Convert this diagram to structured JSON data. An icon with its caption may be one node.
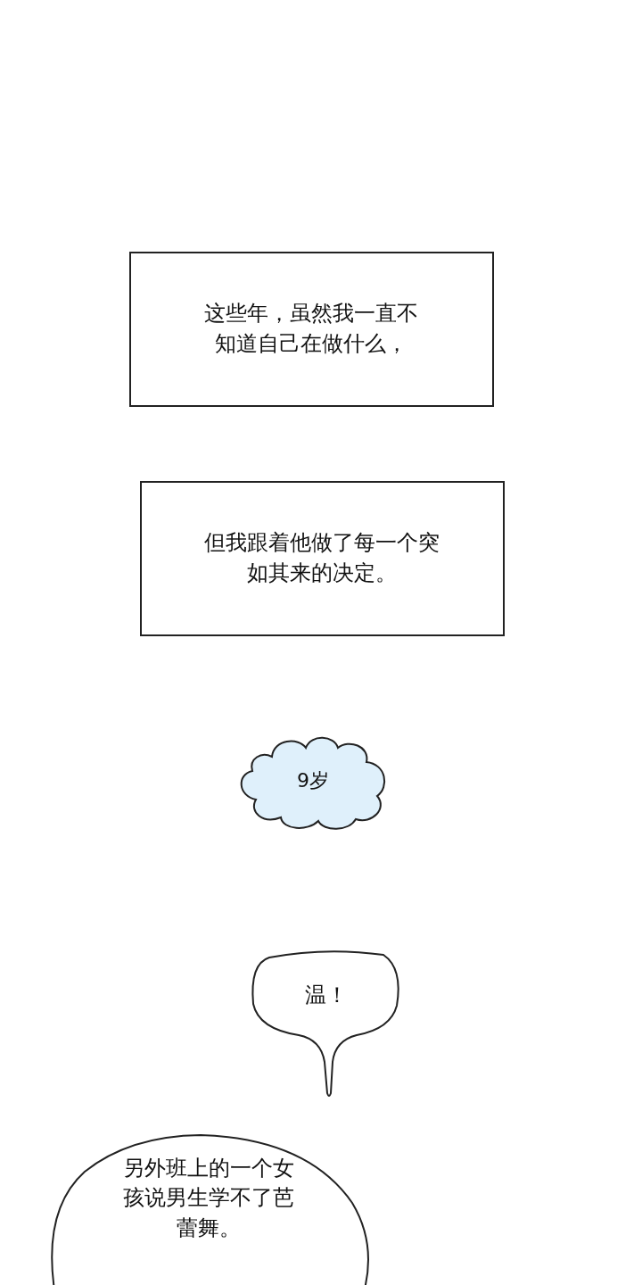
{
  "diagram": {
    "nodes": [
      {
        "text": [
          "这些年，虽然我一直不知道自己在做什么，"
        ]
      },
      {
        "text": [
          "但我跟着他做了每一个突如其来的决定。"
        ]
      },
      {
        "text": [
          "9岁"
        ]
      },
      {
        "text": [
          "温！"
        ]
      },
      {
        "text": [
          "另外班上的一个女孩说男生学不了芭蕾舞。"
        ]
      }
    ]
  }
}
